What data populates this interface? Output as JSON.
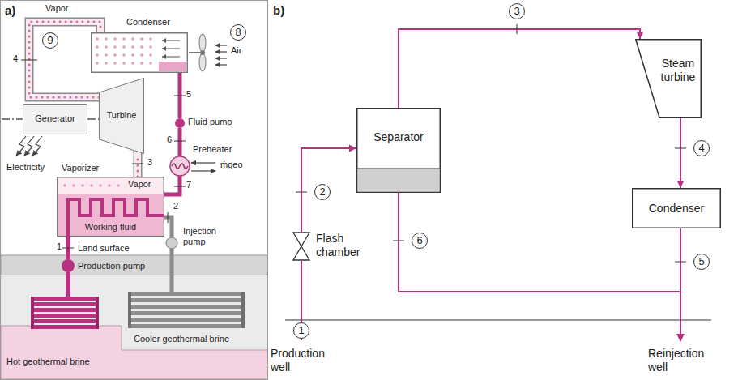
{
  "diagram": {
    "nodes": [
      {
        "text": [
          "Condenser"
        ]
      },
      {
        "text": [
          "Generator"
        ]
      },
      {
        "text": [
          "Turbine"
        ]
      },
      {
        "text": [
          "Vaporizer",
          "Vapor",
          "Working fluid"
        ]
      },
      {
        "text": [
          "Separator"
        ]
      },
      {
        "text": [
          "Steam turbine"
        ]
      },
      {
        "text": [
          "Flash chamber"
        ]
      },
      {
        "text": [
          "Condenser"
        ]
      }
    ],
    "edges": [
      {
        "from": 3,
        "to": 2,
        "arrow": "none"
      },
      {
        "from": 2,
        "to": 0,
        "arrow": "none"
      },
      {
        "from": 1,
        "to": 2,
        "arrow": "none"
      },
      {
        "from": 6,
        "to": 4,
        "arrow": "to",
        "label": "2"
      },
      {
        "from": 4,
        "to": 5,
        "arrow": "to",
        "label": "3"
      },
      {
        "from": 5,
        "to": 7,
        "arrow": "to",
        "label": "4"
      }
    ],
    "labels": [
      "a)",
      "Vapor",
      "9",
      "8",
      "Air",
      "4",
      "5",
      "Fluid pump",
      "3",
      "6",
      "Preheater",
      "ṁgeo",
      "Electricity",
      "7",
      "2",
      "1",
      "Land surface",
      "Injection pump",
      "Production pump",
      "Cooler geothermal brine",
      "Hot geothermal brine",
      "b)",
      "6",
      "5",
      "1",
      "Production well",
      "Reinjection well"
    ]
  }
}
